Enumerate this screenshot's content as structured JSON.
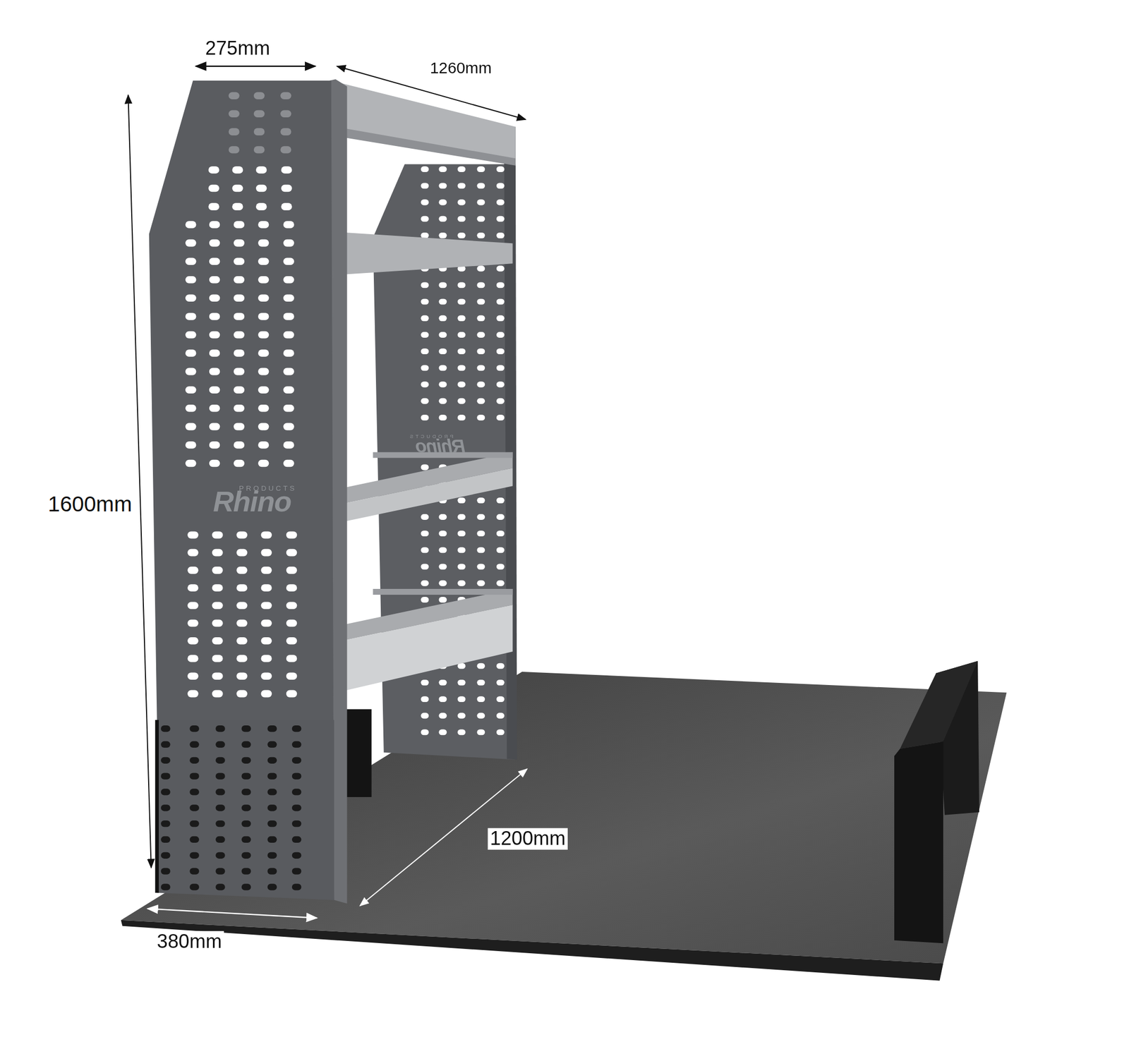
{
  "diagram": {
    "labels": [
      "275mm",
      "1260mm",
      "1600mm",
      "1200mm",
      "380mm",
      "PRODUCTS",
      "Rhino",
      "PRODUCTS",
      "Rhino"
    ]
  }
}
